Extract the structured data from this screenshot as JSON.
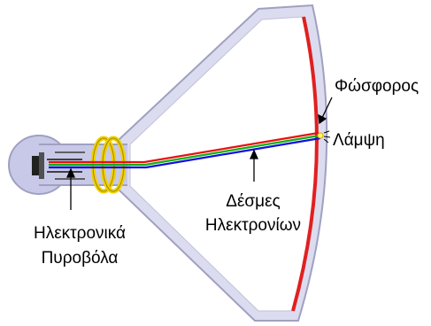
{
  "labels": {
    "phosphor": "Φώσφορος",
    "flash": "Λάμψη",
    "beams_line1": "Δέσμες",
    "beams_line2": "Ηλεκτρονίων",
    "guns_line1": "Ηλεκτρονικά",
    "guns_line2": "Πυροβόλα"
  },
  "colors": {
    "tube_glass": "#dcdcf0",
    "tube_outline": "#a0a0c0",
    "neck_fill": "#c8c8e8",
    "screen_phosphor": "#e02020",
    "beam_red": "#e81010",
    "beam_green": "#10b010",
    "beam_blue": "#1010e0",
    "deflection_coil": "#f0d000"
  }
}
